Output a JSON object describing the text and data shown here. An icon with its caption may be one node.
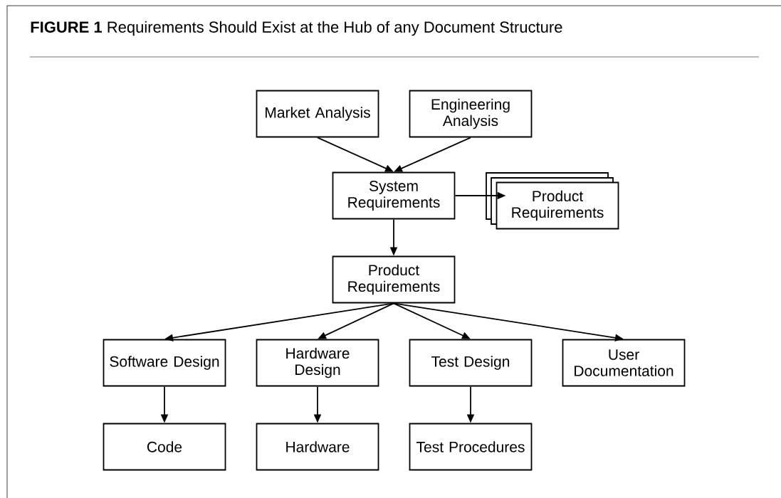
{
  "diagram": {
    "title": "**FIGURE 1** Requirements Should Exist at the Hub of any Document Structure",
    "nodes": [
      {
        "text": [
          "Market Analysis"
        ]
      },
      {
        "text": [
          "Engineering Analysis"
        ]
      },
      {
        "text": [
          "System Requirements"
        ]
      },
      {
        "text": [
          "Product Requirements"
        ]
      },
      {
        "text": [
          "Product Requirements"
        ]
      },
      {
        "text": [
          "Software Design"
        ]
      },
      {
        "text": [
          "Hardware Design"
        ]
      },
      {
        "text": [
          "Test Design"
        ]
      },
      {
        "text": [
          "User Documentation"
        ]
      },
      {
        "text": [
          "Code"
        ]
      },
      {
        "text": [
          "Hardware"
        ]
      },
      {
        "text": [
          "Test Procedures"
        ]
      }
    ],
    "edges": [
      {
        "from": 0,
        "to": 2,
        "arrow": "to"
      },
      {
        "from": 1,
        "to": 2,
        "arrow": "to"
      },
      {
        "from": 2,
        "to": 3,
        "arrow": "to"
      },
      {
        "from": 2,
        "to": 4,
        "arrow": "to"
      },
      {
        "from": 4,
        "to": 5,
        "arrow": "to"
      },
      {
        "from": 4,
        "to": 6,
        "arrow": "to"
      },
      {
        "from": 4,
        "to": 7,
        "arrow": "to"
      },
      {
        "from": 4,
        "to": 8,
        "arrow": "to"
      },
      {
        "from": 5,
        "to": 9,
        "arrow": "to"
      },
      {
        "from": 6,
        "to": 10,
        "arrow": "to"
      },
      {
        "from": 7,
        "to": 11,
        "arrow": "to"
      }
    ]
  }
}
